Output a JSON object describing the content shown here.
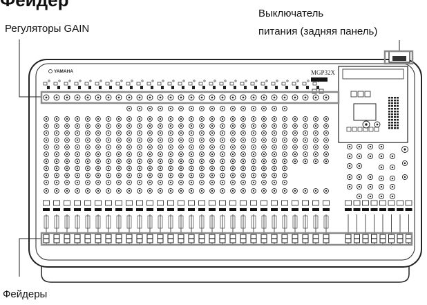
{
  "heading": "Фейдер",
  "labels": {
    "gain": "Регуляторы GAIN",
    "power_line1": "Выключатель",
    "power_line2": "питания (задняя панель)",
    "faders": "Фейдеры"
  },
  "device": {
    "brand": "YAMAHA",
    "model": "MGP32X"
  },
  "colors": {
    "line": "#222222",
    "highlight": "#8a8a8a"
  }
}
